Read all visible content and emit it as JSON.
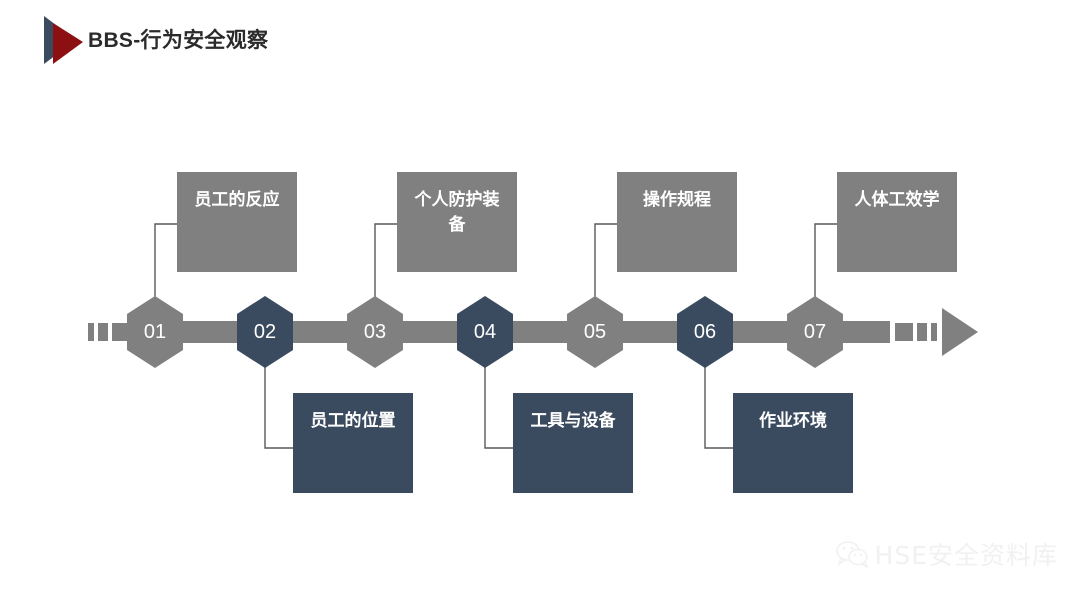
{
  "header": {
    "title": "BBS-行为安全观察",
    "logo_icon": "play-triangle-logo",
    "logo_colors": {
      "back": "#3a4a5f",
      "front": "#8c0f11"
    }
  },
  "colors": {
    "gray": "#808080",
    "navy": "#3a4a5f",
    "bar": "#808080",
    "connector": "#595959",
    "title": "#2b2b2b",
    "watermark": "#f1f1f1",
    "background": "#ffffff"
  },
  "timeline": {
    "axis_label": "process-timeline-arrow",
    "left_dashes": 3,
    "right_dashes": 3,
    "steps": [
      {
        "number": "01",
        "label": "员工的反应",
        "position": "top",
        "color": "#808080"
      },
      {
        "number": "02",
        "label": "员工的位置",
        "position": "bottom",
        "color": "#3a4a5f"
      },
      {
        "number": "03",
        "label": "个人防护装备",
        "position": "top",
        "color": "#808080"
      },
      {
        "number": "04",
        "label": "工具与设备",
        "position": "bottom",
        "color": "#3a4a5f"
      },
      {
        "number": "05",
        "label": "操作规程",
        "position": "top",
        "color": "#808080"
      },
      {
        "number": "06",
        "label": "作业环境",
        "position": "bottom",
        "color": "#3a4a5f"
      },
      {
        "number": "07",
        "label": "人体工效学",
        "position": "top",
        "color": "#808080"
      }
    ]
  },
  "watermark": {
    "icon": "wechat-icon",
    "text": "HSE安全资料库"
  }
}
